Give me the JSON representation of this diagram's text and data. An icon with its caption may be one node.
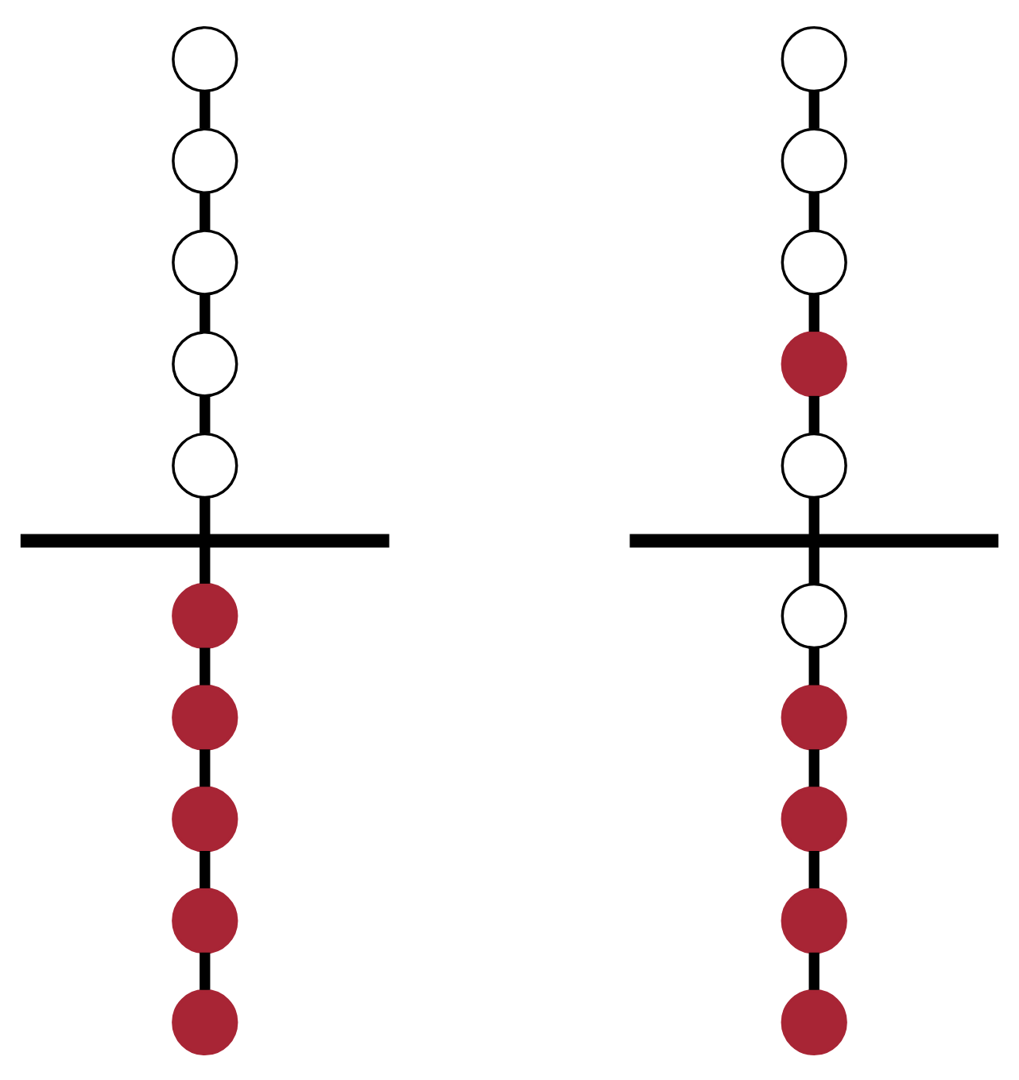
{
  "diagram": {
    "nodes": [
      {
        "text": [],
        "shape": "circle"
      },
      {
        "text": [],
        "shape": "circle"
      },
      {
        "text": [],
        "shape": "circle"
      },
      {
        "text": [],
        "shape": "circle"
      },
      {
        "text": [],
        "shape": "circle"
      },
      {
        "text": [],
        "shape": "bar"
      },
      {
        "text": [],
        "shape": "circle"
      },
      {
        "text": [],
        "shape": "circle"
      },
      {
        "text": [],
        "shape": "circle"
      },
      {
        "text": [],
        "shape": "circle"
      },
      {
        "text": [],
        "shape": "circle"
      },
      {
        "text": [],
        "shape": "circle"
      },
      {
        "text": [],
        "shape": "circle"
      },
      {
        "text": [],
        "shape": "circle"
      },
      {
        "text": [],
        "shape": "circle"
      },
      {
        "text": [],
        "shape": "circle"
      },
      {
        "text": [],
        "shape": "bar"
      },
      {
        "text": [],
        "shape": "circle"
      },
      {
        "text": [],
        "shape": "circle"
      },
      {
        "text": [],
        "shape": "circle"
      },
      {
        "text": [],
        "shape": "circle"
      },
      {
        "text": [],
        "shape": "circle"
      }
    ],
    "edges": [
      {
        "from": 0,
        "to": 1,
        "arrow": "none"
      },
      {
        "from": 1,
        "to": 2,
        "arrow": "none"
      },
      {
        "from": 2,
        "to": 3,
        "arrow": "none"
      },
      {
        "from": 3,
        "to": 4,
        "arrow": "none"
      },
      {
        "from": 4,
        "to": 5,
        "arrow": "none"
      },
      {
        "from": 5,
        "to": 6,
        "arrow": "none"
      },
      {
        "from": 6,
        "to": 7,
        "arrow": "none"
      },
      {
        "from": 7,
        "to": 8,
        "arrow": "none"
      },
      {
        "from": 8,
        "to": 9,
        "arrow": "none"
      },
      {
        "from": 9,
        "to": 10,
        "arrow": "none"
      },
      {
        "from": 11,
        "to": 12,
        "arrow": "none"
      },
      {
        "from": 12,
        "to": 13,
        "arrow": "none"
      },
      {
        "from": 13,
        "to": 14,
        "arrow": "none"
      },
      {
        "from": 14,
        "to": 15,
        "arrow": "none"
      },
      {
        "from": 15,
        "to": 16,
        "arrow": "none"
      },
      {
        "from": 16,
        "to": 17,
        "arrow": "none"
      },
      {
        "from": 17,
        "to": 18,
        "arrow": "none"
      },
      {
        "from": 18,
        "to": 19,
        "arrow": "none"
      },
      {
        "from": 19,
        "to": 20,
        "arrow": "none"
      },
      {
        "from": 20,
        "to": 21,
        "arrow": "none"
      }
    ]
  }
}
